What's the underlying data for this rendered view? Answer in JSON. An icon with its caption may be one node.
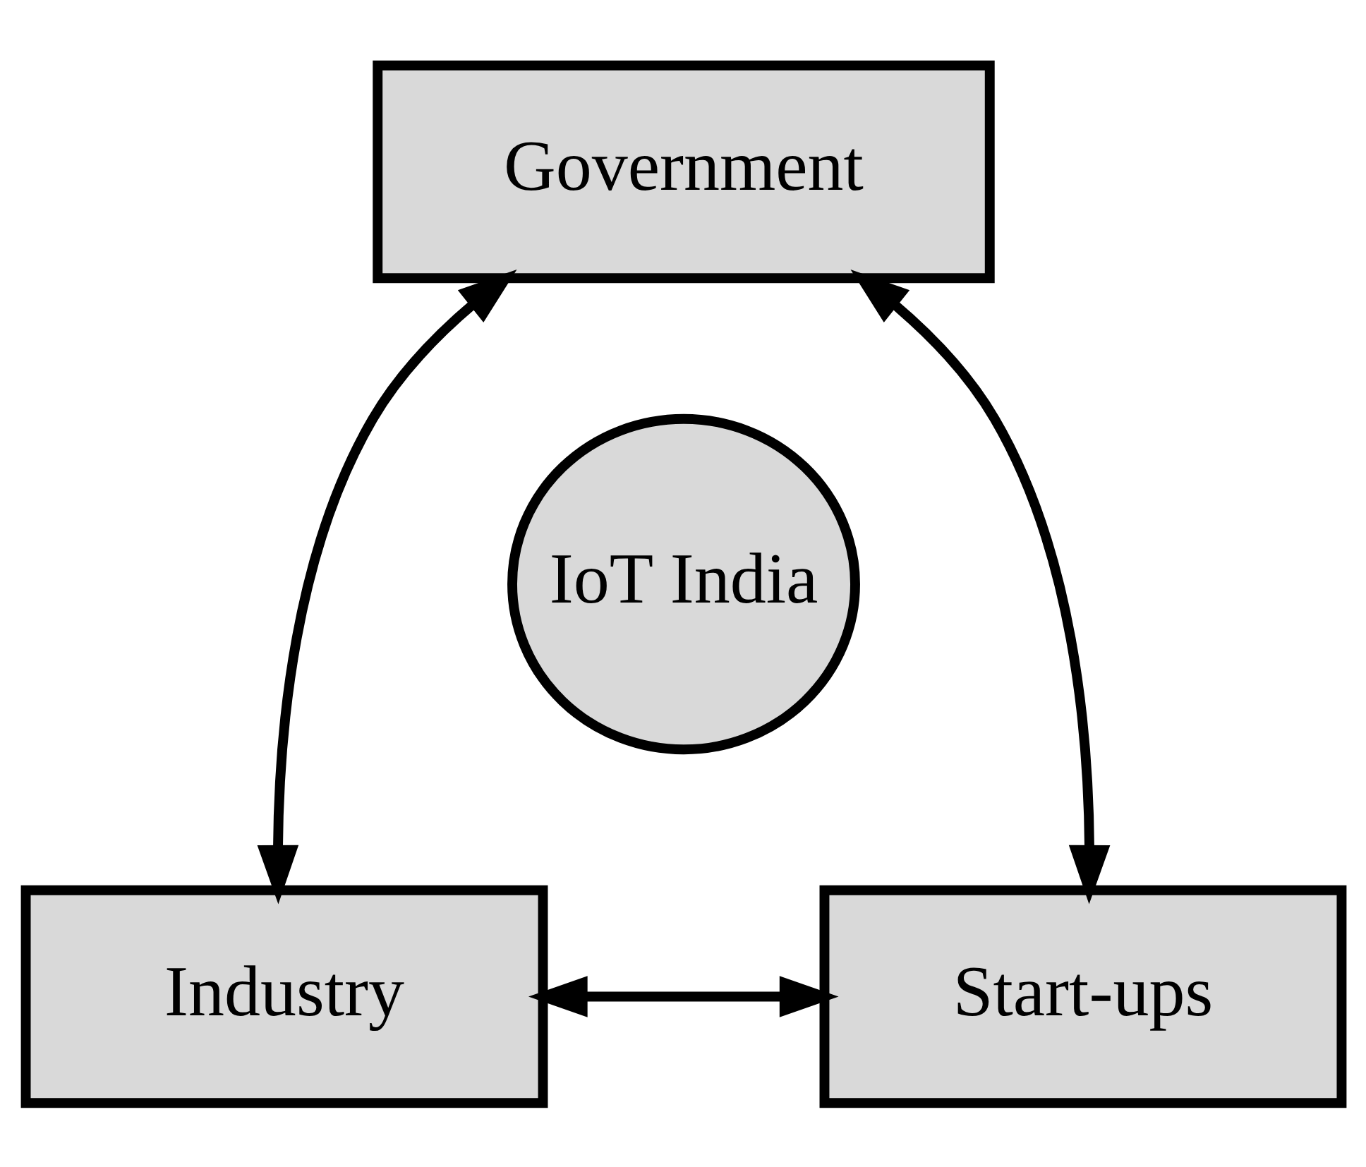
{
  "diagram": {
    "nodes": [
      {
        "text": [
          "Government"
        ]
      },
      {
        "text": [
          "IoT India"
        ]
      },
      {
        "text": [
          "Industry"
        ]
      },
      {
        "text": [
          "Start-ups"
        ]
      }
    ],
    "edges": [
      {
        "from": 0,
        "to": 2,
        "arrow": "both"
      },
      {
        "from": 0,
        "to": 3,
        "arrow": "both"
      },
      {
        "from": 2,
        "to": 3,
        "arrow": "both"
      }
    ]
  }
}
